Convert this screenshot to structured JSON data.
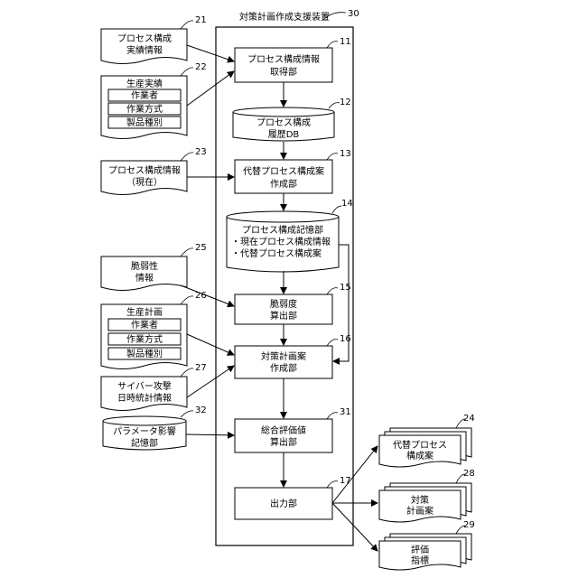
{
  "title": "対策計画作成支援装置",
  "device_num": "30",
  "nodes": {
    "n11": {
      "num": "11",
      "lines": [
        "プロセス構成情報",
        "取得部"
      ]
    },
    "n12": {
      "num": "12",
      "lines": [
        "プロセス構成",
        "履歴DB"
      ]
    },
    "n13": {
      "num": "13",
      "lines": [
        "代替プロセス構成案",
        "作成部"
      ]
    },
    "n14": {
      "num": "14",
      "lines": [
        "プロセス構成記憶部",
        "・現在プロセス構成情報",
        "・代替プロセス構成案"
      ]
    },
    "n15": {
      "num": "15",
      "lines": [
        "脆弱度",
        "算出部"
      ]
    },
    "n16": {
      "num": "16",
      "lines": [
        "対策計画案",
        "作成部"
      ]
    },
    "n31": {
      "num": "31",
      "lines": [
        "総合評価値",
        "算出部"
      ]
    },
    "n17": {
      "num": "17",
      "lines": [
        "出力部"
      ]
    },
    "n21": {
      "num": "21",
      "lines": [
        "プロセス構成",
        "実績情報"
      ]
    },
    "n22": {
      "num": "22",
      "lines": [
        "生産実績"
      ],
      "items": [
        "作業者",
        "作業方式",
        "製品種別"
      ]
    },
    "n23": {
      "num": "23",
      "lines": [
        "プロセス構成情報",
        "（現在）"
      ]
    },
    "n25": {
      "num": "25",
      "lines": [
        "脆弱性",
        "情報"
      ]
    },
    "n26": {
      "num": "26",
      "lines": [
        "生産計画"
      ],
      "items": [
        "作業者",
        "作業方式",
        "製品種別"
      ]
    },
    "n27": {
      "num": "27",
      "lines": [
        "サイバー攻撃",
        "日時統計情報"
      ]
    },
    "n32": {
      "num": "32",
      "lines": [
        "パラメータ影響",
        "記憶部"
      ]
    },
    "n24": {
      "num": "24",
      "lines": [
        "代替プロセス",
        "構成案"
      ]
    },
    "n28": {
      "num": "28",
      "lines": [
        "対策",
        "計画案"
      ]
    },
    "n29": {
      "num": "29",
      "lines": [
        "評価",
        "指標"
      ]
    }
  }
}
